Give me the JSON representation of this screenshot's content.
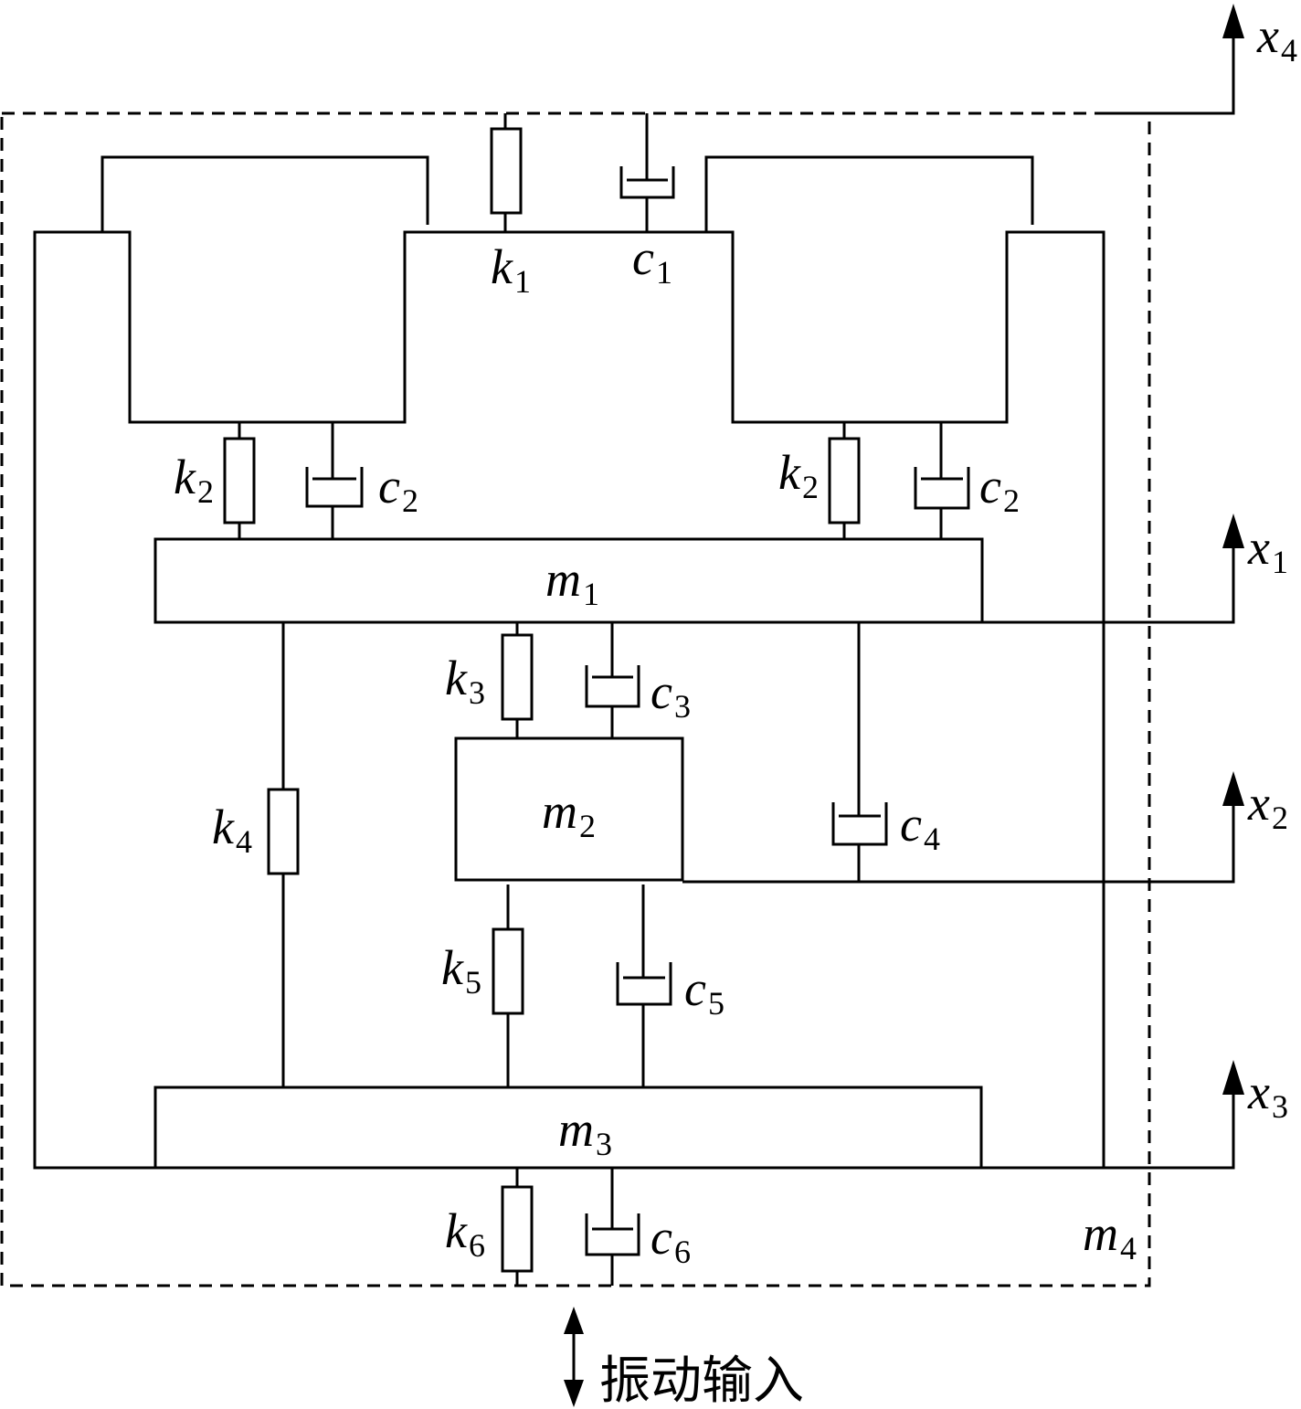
{
  "labels": {
    "k1": [
      "k",
      "1"
    ],
    "c1": [
      "c",
      "1"
    ],
    "k2L": [
      "k",
      "2"
    ],
    "c2L": [
      "c",
      "2"
    ],
    "k2R": [
      "k",
      "2"
    ],
    "c2R": [
      "c",
      "2"
    ],
    "m1": [
      "m",
      "1"
    ],
    "k3": [
      "k",
      "3"
    ],
    "c3": [
      "c",
      "3"
    ],
    "m2": [
      "m",
      "2"
    ],
    "k4": [
      "k",
      "4"
    ],
    "c4": [
      "c",
      "4"
    ],
    "k5": [
      "k",
      "5"
    ],
    "c5": [
      "c",
      "5"
    ],
    "m3": [
      "m",
      "3"
    ],
    "k6": [
      "k",
      "6"
    ],
    "c6": [
      "c",
      "6"
    ],
    "m4": [
      "m",
      "4"
    ],
    "x1": [
      "x",
      "1"
    ],
    "x2": [
      "x",
      "2"
    ],
    "x3": [
      "x",
      "3"
    ],
    "x4": [
      "x",
      "4"
    ]
  },
  "input_label": "振动输入"
}
